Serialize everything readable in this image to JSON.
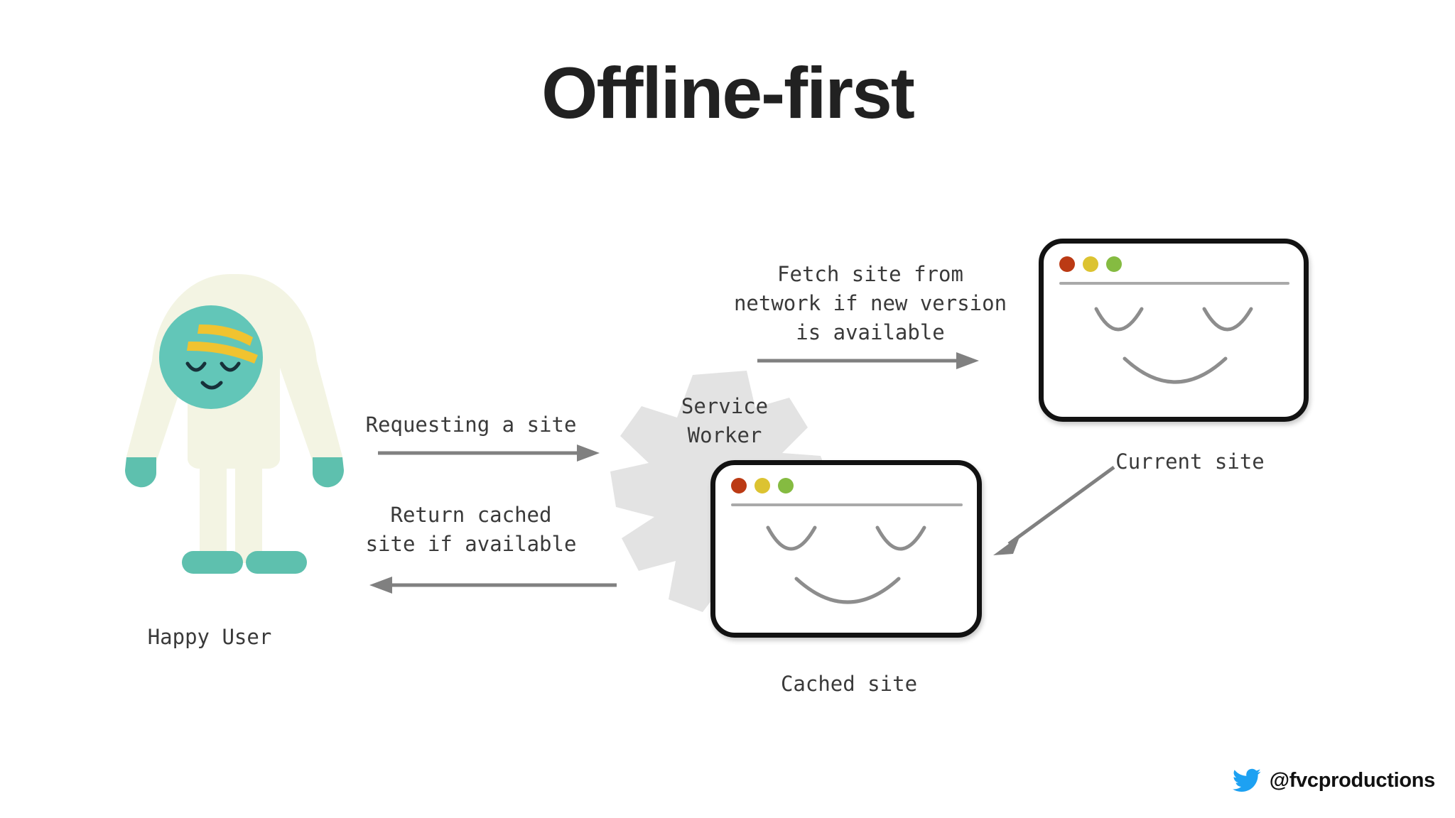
{
  "slide": {
    "title": "Offline-first",
    "background_color": "#ffffff"
  },
  "diagram": {
    "type": "flow-diagram",
    "actor": {
      "name": "happy-user",
      "label": "Happy User",
      "robe_color": "#f3f4e3",
      "head_color": "#62c6b8",
      "accent_color": "#f0c330",
      "accessory_color": "#5ec0ae"
    },
    "service_worker": {
      "label_line1": "Service",
      "label_line2": "Worker",
      "shape": "gear-icon",
      "shape_color": "#e3e3e3"
    },
    "windows": [
      {
        "name": "current-site",
        "caption": "Current site",
        "dots": [
          "#bb3a14",
          "#dcc331",
          "#85bb41"
        ],
        "face": "sleeping-smiley"
      },
      {
        "name": "cached-site",
        "caption": "Cached site",
        "dots": [
          "#bb3a14",
          "#dcc331",
          "#85bb41"
        ],
        "face": "sleeping-smiley"
      }
    ],
    "flows": [
      {
        "name": "requesting-a-site",
        "label": "Requesting a site",
        "direction": "right",
        "from": "happy-user",
        "to": "service-worker"
      },
      {
        "name": "return-cached-site",
        "label_line1": "Return cached",
        "label_line2": "site if available",
        "direction": "left",
        "from": "service-worker",
        "to": "happy-user"
      },
      {
        "name": "fetch-site-from-network",
        "label_line1": "Fetch site from",
        "label_line2": "network if new version",
        "label_line3": "is available",
        "direction": "right",
        "from": "service-worker",
        "to": "current-site"
      },
      {
        "name": "store-current-into-cache",
        "label": "",
        "direction": "down-left",
        "from": "current-site",
        "to": "cached-site"
      }
    ],
    "arrow_color": "#808080"
  },
  "credit": {
    "handle": "@fvcproductions",
    "icon": "twitter-bird-icon",
    "icon_color": "#1da1f2"
  }
}
